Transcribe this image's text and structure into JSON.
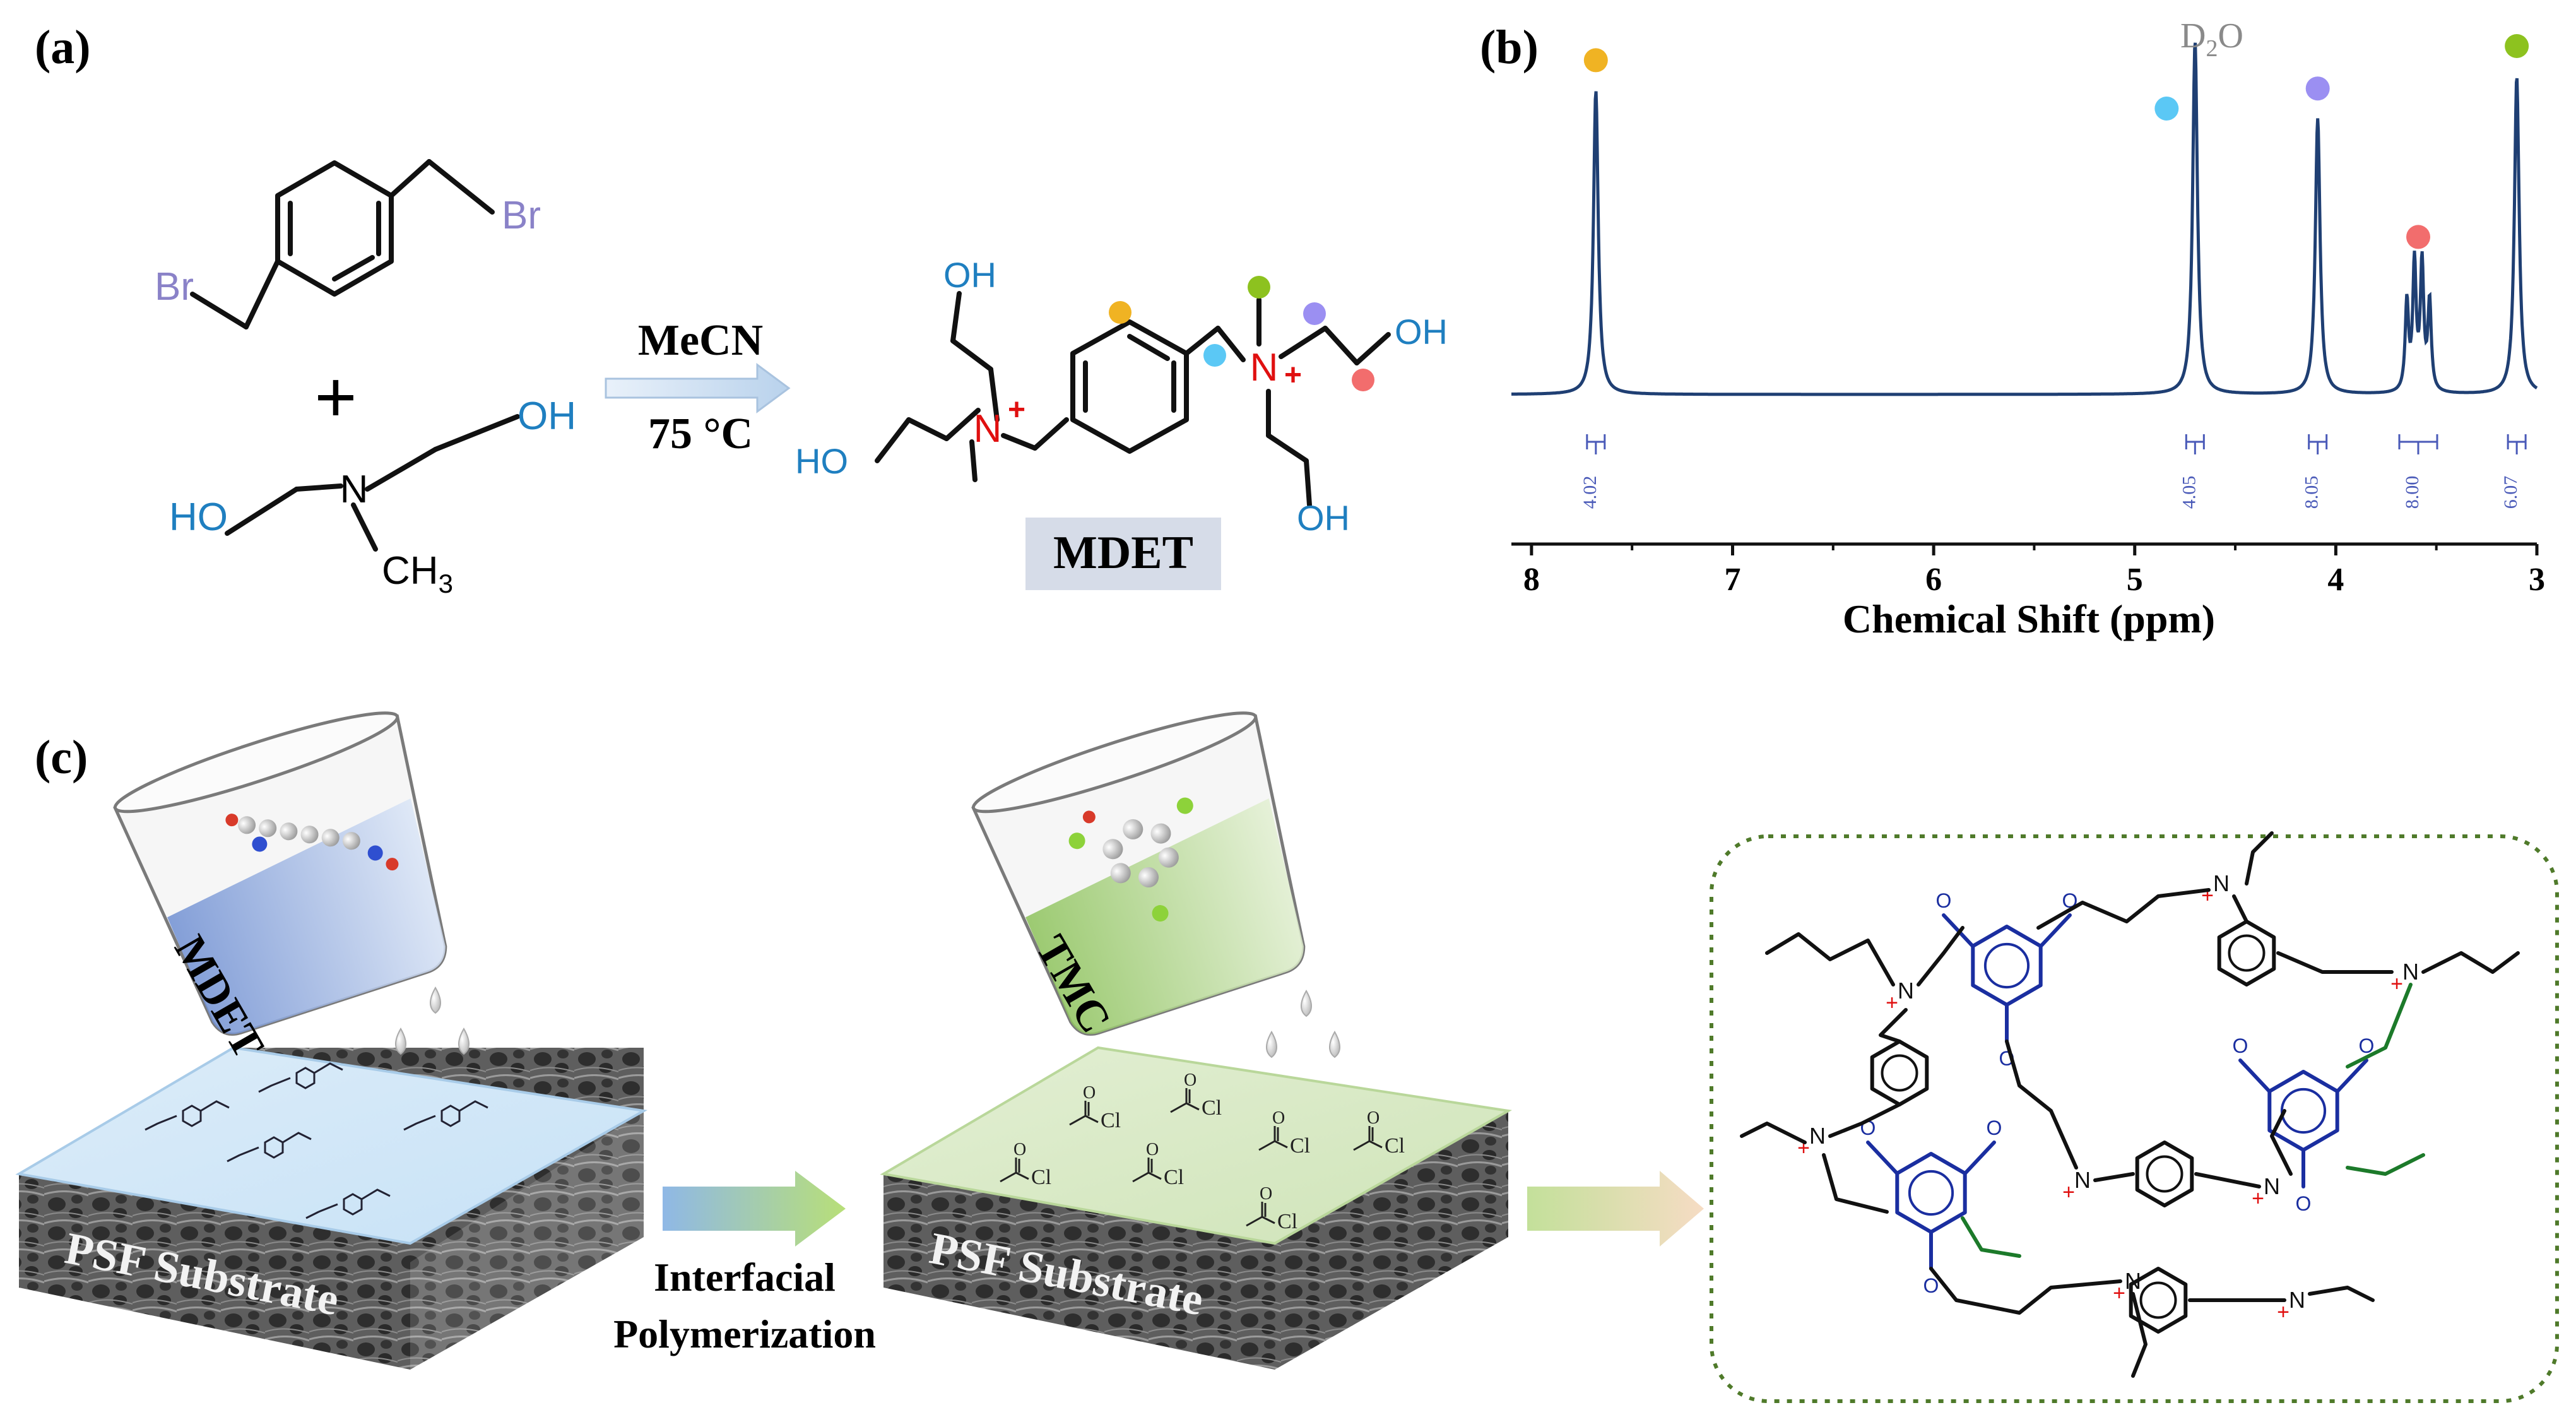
{
  "panels": {
    "a": {
      "label": "(a)"
    },
    "b": {
      "label": "(b)"
    },
    "c": {
      "label": "(c)"
    }
  },
  "reaction": {
    "reactant1_br": "Br",
    "reactant2_oh": "OH",
    "reactant2_ho": "HO",
    "reactant2_n": "N",
    "reactant2_ch3": "CH",
    "reactant2_ch3_sub": "3",
    "plus": "+",
    "condition_solvent": "MeCN",
    "condition_temp": "75 °C",
    "product_n": "N",
    "product_charge": "+",
    "product_oh": "OH",
    "product_ho": "HO",
    "product_label": "MDET"
  },
  "nmr": {
    "solvent_label": "D",
    "solvent_sub": "2",
    "solvent_tail": "O",
    "xlabel": "Chemical Shift (ppm)",
    "xticks": [
      "8",
      "7",
      "6",
      "5",
      "4",
      "3"
    ],
    "xlim": [
      3.0,
      8.1
    ],
    "peaks": [
      {
        "ppm": 7.68,
        "height": 0.86,
        "color": "#f0b323",
        "integral": "4.02"
      },
      {
        "ppm": 4.7,
        "height": 1.0,
        "color": "#5bc8f5",
        "integral": "4.05",
        "solvent": true
      },
      {
        "ppm": 4.09,
        "height": 0.78,
        "color": "#9b8ff2",
        "integral": "8.05"
      },
      {
        "ppm": 3.59,
        "height": 0.36,
        "color": "#f26d6d",
        "integral": "8.00",
        "multiplet": true
      },
      {
        "ppm": 3.1,
        "height": 0.9,
        "color": "#8dc21f",
        "integral": "6.07"
      }
    ],
    "line_color": "#1f3f73",
    "integral_color": "#4a5ab8"
  },
  "process": {
    "beaker1_label": "MDET",
    "beaker2_label": "TMC",
    "substrate1_label": "PSF Substrate",
    "substrate2_label": "PSF Substrate",
    "step_label_line1": "Interfacial",
    "step_label_line2": "Polymerization",
    "acyl_cl": "Cl",
    "acyl_o": "O",
    "network_o": "O",
    "network_n": "N",
    "network_plus": "+"
  },
  "colors": {
    "black": "#111111",
    "oh_blue": "#1f7fc0",
    "br_purple": "#8a82c8",
    "charge_red": "#e01010",
    "benzoate_blue": "#1a2ea0",
    "ester_green": "#1c7a2a",
    "frame_green": "#4f7a2a",
    "arrow_light": "#c7dcef"
  }
}
